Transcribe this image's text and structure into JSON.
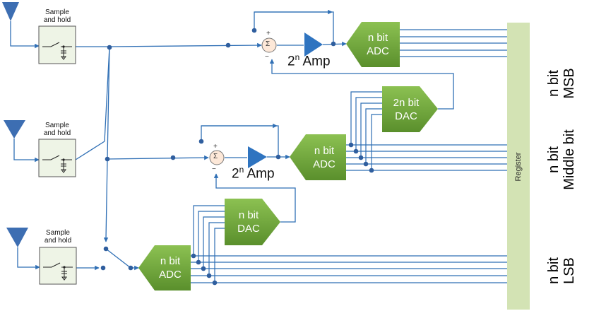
{
  "sample_hold": {
    "title_line1": "Sample",
    "title_line2": "and hold"
  },
  "adc_top": {
    "line1": "n bit",
    "line2": "ADC"
  },
  "adc_mid": {
    "line1": "n bit",
    "line2": "ADC"
  },
  "adc_low": {
    "line1": "n bit",
    "line2": "ADC"
  },
  "dac_top": {
    "line1": "2n bit",
    "line2": "DAC"
  },
  "dac_low": {
    "line1": "n bit",
    "line2": "DAC"
  },
  "amp": {
    "base": "2",
    "exp": "n",
    "label": "Amp"
  },
  "summer": {
    "symbol": "Σ",
    "plus": "+",
    "minus": "−"
  },
  "register": {
    "label": "Register"
  },
  "side_labels": {
    "msb": {
      "line1": "n bit",
      "line2": "MSB"
    },
    "middle": {
      "line1": "n bit",
      "line2": "Middle  bit"
    },
    "lsb": {
      "line1": "n bit",
      "line2": "LSB"
    }
  },
  "colors": {
    "wire": "#2f6fb5",
    "dot": "#2f5e9e",
    "antenna": "#3d6eb2",
    "amp_triangle": "#2f74c0",
    "adc_green": "#6ea73a",
    "register": "#d3e3b4",
    "sh_box": "#eef4e6"
  }
}
